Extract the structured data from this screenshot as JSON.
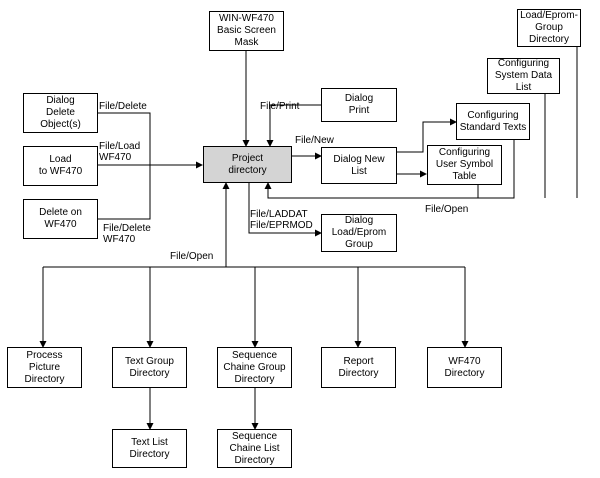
{
  "boxes": {
    "wf470_mask": "WIN-WF470\nBasic Screen\nMask",
    "load_eprom_dir": "Load/Eprom-\nGroup\nDirectory",
    "config_system": "Configuring\nSystem Data\nList",
    "dialog_delete": "Dialog\nDelete\nObject(s)",
    "dialog_print": "Dialog\nPrint",
    "config_texts": "Configuring\nStandard Texts",
    "load_wf470": "Load\nto WF470",
    "project_dir": "Project\ndirectory",
    "dialog_new_list": "Dialog New\nList",
    "config_user_symbol": "Configuring\nUser Symbol\nTable",
    "delete_on_wf470": "Delete on\nWF470",
    "dialog_load_eprom": "Dialog\nLoad/Eprom\nGroup",
    "process_picture": "Process\nPicture\nDirectory",
    "text_group": "Text Group\nDirectory",
    "sequence_chaine_group": "Sequence\nChaine Group\nDirectory",
    "report_dir": "Report\nDirectory",
    "wf470_dir": "WF470\nDirectory",
    "text_list": "Text List\nDirectory",
    "sequence_chaine_list": "Sequence\nChaine List\nDirectory"
  },
  "labels": {
    "file_delete": "File/Delete",
    "file_load": "File/Load\nWF470",
    "file_delete_wf470": "File/Delete\nWF470",
    "file_print": "File/Print",
    "file_new": "File/New",
    "file_laddat": "File/LADDAT\nFile/EPRMOD",
    "file_open_top": "File/Open",
    "file_open_bottom": "File/Open"
  }
}
